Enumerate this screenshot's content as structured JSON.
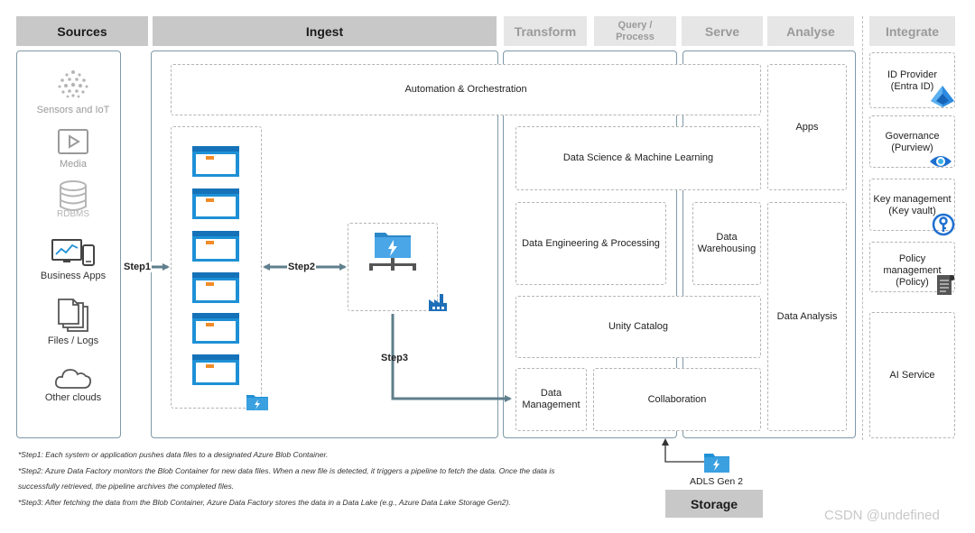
{
  "headers": {
    "sources": "Sources",
    "ingest": "Ingest",
    "transform": "Transform",
    "query": "Query /\nProcess",
    "serve": "Serve",
    "analyse": "Analyse",
    "integrate": "Integrate"
  },
  "sources": {
    "sensors": "Sensors and IoT",
    "media": "Media",
    "rdbms": "RDBMS",
    "business_apps": "Business Apps",
    "files_logs": "Files / Logs",
    "other_clouds": "Other clouds"
  },
  "steps": {
    "step1": "Step1",
    "step2": "Step2",
    "step3": "Step3"
  },
  "boxes": {
    "automation": "Automation & Orchestration",
    "data_science": "Data Science & Machine Learning",
    "data_engineering": "Data Engineering & Processing",
    "data_warehousing": "Data\nWarehousing",
    "unity_catalog": "Unity Catalog",
    "data_management": "Data\nManagement",
    "collaboration": "Collaboration",
    "apps": "Apps",
    "data_analysis": "Data Analysis"
  },
  "integrate": {
    "id_provider": "ID Provider\n(Entra ID)",
    "governance": "Governance\n(Purview)",
    "key_management": "Key management\n(Key vault)",
    "policy": "Policy\nmanagement\n(Policy)",
    "ai_service": "AI Service"
  },
  "storage": {
    "adls_label": "ADLS Gen 2",
    "title": "Storage"
  },
  "notes": {
    "note1": "*Step1:  Each system or application pushes data files to a designated Azure Blob Container.",
    "note2": "*Step2: Azure Data Factory monitors the Blob Container for new data files. When a new file is detected, it triggers a pipeline to fetch the data. Once the data is",
    "note3": "successfully retrieved, the pipeline archives the completed files.",
    "note4": "*Step3: After fetching the data from the Blob Container, Azure Data Factory stores the data in a Data Lake (e.g., Azure Data Lake Storage Gen2)."
  },
  "watermark": "CSDN @undefined",
  "colors": {
    "panel_border": "#7e99a6",
    "arrow": "#5f7f8c",
    "azure_blue": "#1e90d6",
    "header_dark": "#c8c8c8",
    "header_light": "#e6e6e6"
  }
}
